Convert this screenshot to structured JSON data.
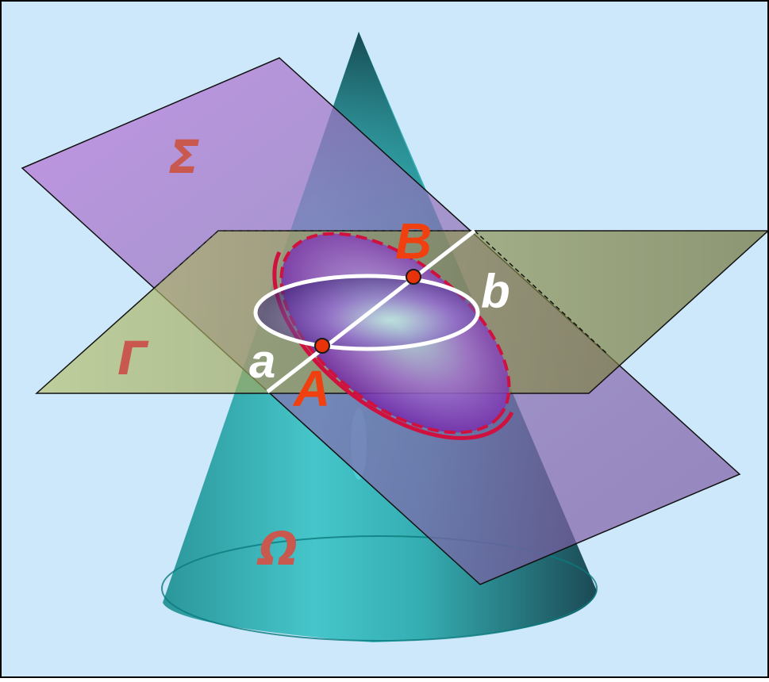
{
  "diagram": {
    "labels": {
      "sigma": "Σ",
      "gamma": "Γ",
      "omega": "Ω",
      "point_a_upper": "A",
      "point_b_upper": "B",
      "line_a": "a",
      "line_b": "b"
    },
    "colors": {
      "background": "#cde8fb",
      "cone": "#1aa6a6",
      "plane_sigma": "#a768c8",
      "plane_gamma": "#9aa84a",
      "ellipse_section": "#d0103f",
      "point_fill": "#e8320a",
      "point_label": "#f04010",
      "white_lines": "#ffffff",
      "greek_label": "#c9584f"
    }
  }
}
